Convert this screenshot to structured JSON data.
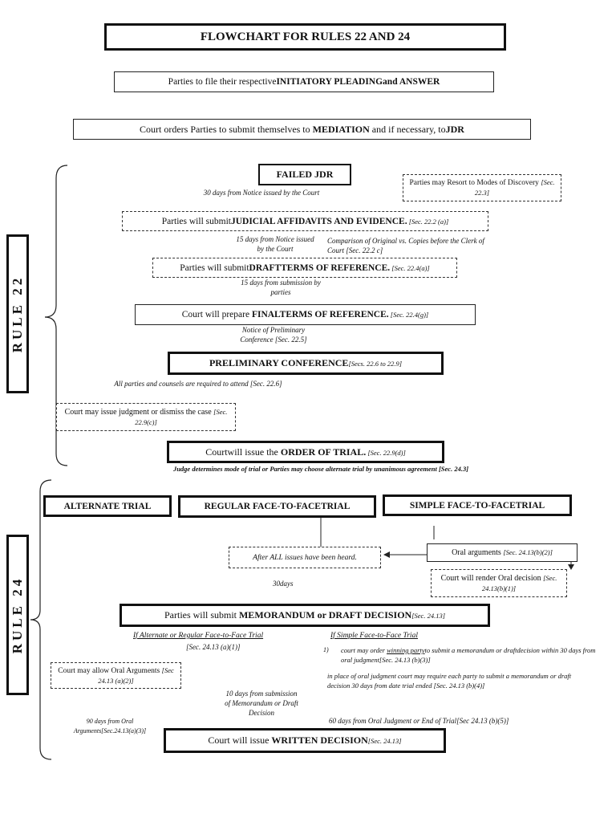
{
  "title": "FLOWCHART FOR RULES 22 AND 24",
  "rule22_label": "RULE 22",
  "rule24_label": "RULE 24",
  "step1": {
    "prefix": "Parties to file their respective",
    "bold": "INITIATORY PLEADINGand ANSWER"
  },
  "step2": {
    "prefix": "Court orders Parties to submit themselves to ",
    "bold1": "MEDIATION",
    "mid": " and if necessary, to",
    "bold2": "JDR"
  },
  "failed_jdr": "FAILED JDR",
  "note_30days_notice": "30 days from Notice issued by the Court",
  "discovery": {
    "text": "Parties may Resort to Modes of Discovery ",
    "ref": "[Sec. 22.3]"
  },
  "judicial": {
    "prefix": "Parties will submit",
    "bold": "JUDICIAL AFFIDAVITS AND EVIDENCE.",
    "ref": " [Sec. 22.2 (a)]"
  },
  "note_15days_notice": "15 days from Notice issued by the Court",
  "note_comparison": "Comparison of Original vs. Copies before the Clerk of Court [Sec. 22.2 c]",
  "draft_terms": {
    "prefix": "Parties will submit",
    "bold": "DRAFTTERMS OF REFERENCE.",
    "ref": " [Sec. 22.4(a)]"
  },
  "note_15days_submission": "15 days from submission by parties",
  "final_terms": {
    "prefix": "Court will prepare ",
    "bold": "FINALTERMS OF REFERENCE.",
    "ref": " [Sec. 22.4(g)]"
  },
  "note_notice_prelim": "Notice of Preliminary Conference [Sec. 22.5]",
  "prelim": {
    "bold": "PRELIMINARY CONFERENCE",
    "ref": "[Secs. 22.6 to 22.9]"
  },
  "note_all_parties": "All parties and counsels are required to attend [Sec. 22.6]",
  "judgment_dismiss": {
    "text": "Court may issue judgment or dismiss the case ",
    "ref": "[Sec. 22.9(c)]"
  },
  "order_trial": {
    "prefix": "Courtwill issue the ",
    "bold": "ORDER OF TRIAL.",
    "ref": " [Sec. 22.9(d)]"
  },
  "note_judge_determines": "Judge determines mode of trial or Parties may choose alternate trial by unanimous agreement [Sec. 24.3]",
  "alternate_trial": "ALTERNATE TRIAL",
  "regular_trial": "REGULAR FACE-TO-FACETRIAL",
  "simple_trial": "SIMPLE FACE-TO-FACETRIAL",
  "after_all_issues": "After ALL issues have been heard.",
  "oral_arguments": {
    "text": "Oral arguments ",
    "ref": "[Sec. 24.13(b)(2)]"
  },
  "oral_decision": {
    "text": "Court will render Oral decision ",
    "ref": "[Sec. 24.13(b)(1)]"
  },
  "note_30days": "30days",
  "memorandum": {
    "prefix": "Parties will submit ",
    "bold": "MEMORANDUM or DRAFT DECISION",
    "ref": "[Sec. 24.13]"
  },
  "if_alternate": "If Alternate or Regular Face-to-Face Trial",
  "if_alternate_ref": "[Sec. 24.13 (a)(1)]",
  "if_simple": "If Simple Face-to-Face Trial",
  "simple_item_num": "1)",
  "simple_item1_a": "court may order ",
  "simple_item1_u": "winning party",
  "simple_item1_b": "to submit a memorandum or draftdecision within 30 days from oral judgment[Sec. 24.13 (b)(3)]",
  "simple_item2": "in place of oral judgment court may require each party to submit a memorandum or draft decision 30 days from date trial ended [Sec. 24.13 (b)(4)]",
  "oral_args_allow": {
    "text": "Court may allow Oral Arguments ",
    "ref": "[Sec 24.13 (a)(2)]"
  },
  "note_10days": "10 days from submission of Memorandum or Draft Decision",
  "note_90days": "90 days from Oral Arguments[Sec.24.13(a)(3)]",
  "note_60days": "60 days from Oral Judgment or End of Trial[Sec 24.13 (b)(5)]",
  "written_decision": {
    "prefix": "Court will issue ",
    "bold": "WRITTEN DECISION",
    "ref": "[Sec. 24.13]"
  }
}
